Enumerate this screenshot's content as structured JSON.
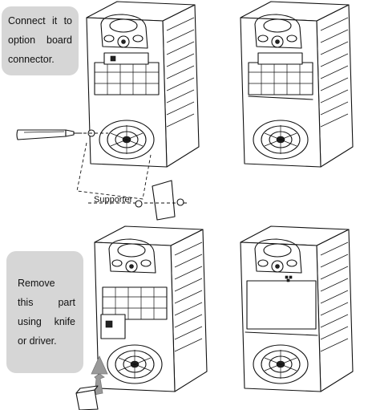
{
  "callout_top": {
    "line1_a": "Connect",
    "line1_b": "it",
    "line1_c": "to",
    "line2_a": "option",
    "line2_b": "board",
    "line3": "connector."
  },
  "callout_bottom": {
    "line1": "Remove",
    "line2_a": "this",
    "line2_b": "part",
    "line3_a": "using",
    "line3_b": "knife",
    "line4": "or driver."
  },
  "supporter_label": "Supporter",
  "colors": {
    "callout_bg": "#d6d6d6",
    "line": "#111111",
    "arrow": "#999999"
  },
  "icons": [
    "screwdriver-icon",
    "screw-icon",
    "insert-arrow-icon",
    "removed-part-icon"
  ]
}
